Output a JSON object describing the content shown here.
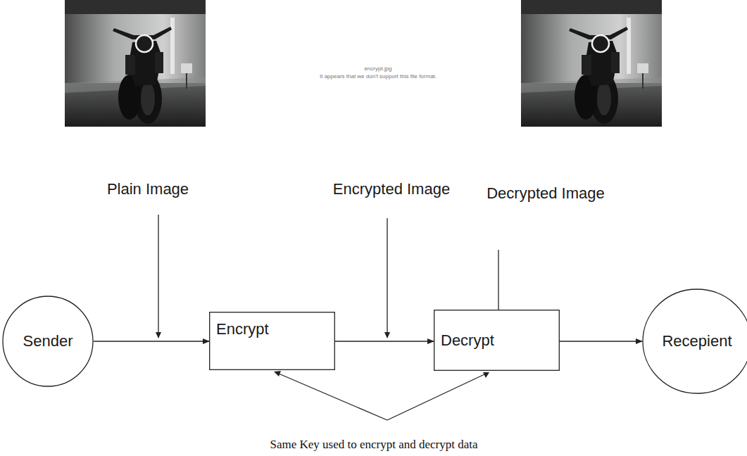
{
  "diagram": {
    "nodes": [
      {
        "text": [
          "Sender"
        ]
      },
      {
        "text": [
          "Encrypt"
        ]
      },
      {
        "text": [
          "Decrypt"
        ]
      },
      {
        "text": [
          "Recepient"
        ]
      }
    ],
    "edges": [
      {
        "from": 0,
        "to": 1,
        "arrow": "to"
      },
      {
        "from": 1,
        "to": 2,
        "arrow": "to"
      },
      {
        "from": 2,
        "to": 3,
        "arrow": "to"
      }
    ],
    "labels": [
      "encrypt.jpg",
      "It appears that we don't support this file format.",
      "Plain Image",
      "Encrypted Image",
      "Decrypted Image",
      "Same Key used to encrypt and decrypt data"
    ]
  }
}
